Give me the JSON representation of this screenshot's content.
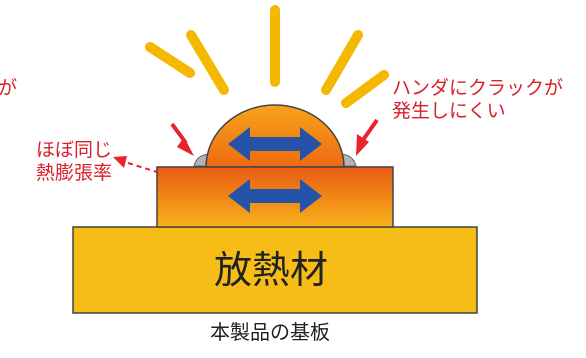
{
  "labels": {
    "left_fragment": "が",
    "same_expansion_line1": "ほぼ同じ",
    "same_expansion_line2": "熱膨張率",
    "solder_crack_line1": "ハンダにクラックが",
    "solder_crack_line2": "発生しにくい",
    "heat_sink": "放熱材",
    "board": "本製品の基板"
  },
  "colors": {
    "light_rays": "#f5b800",
    "dome_top": "#f7a41b",
    "dome_bottom": "#ee6a12",
    "package_top": "#e95a13",
    "package_bottom": "#f7b31a",
    "heat_sink_fill": "#f6bd17",
    "outline": "#444444",
    "solder": "#b4b4b4",
    "arrows": "#2453a8",
    "callout": "#e8232c"
  },
  "icons": {
    "expansion_arrow": "double-headed-arrow-icon",
    "pointer": "callout-arrow-icon"
  }
}
